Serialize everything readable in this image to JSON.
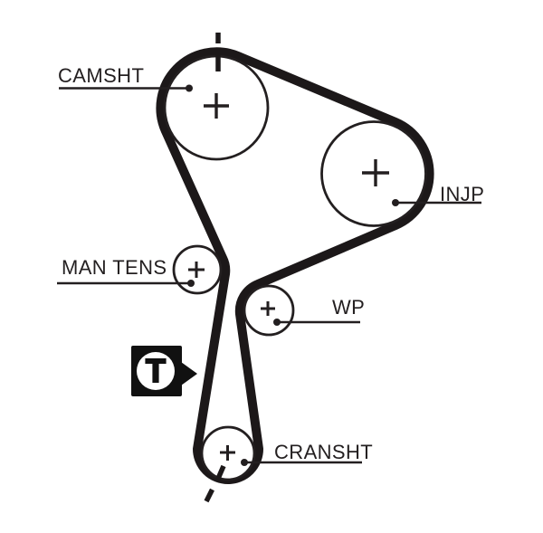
{
  "diagram": {
    "labels": {
      "camshaft": "CAMSHT",
      "manual_tensioner": "MAN TENS",
      "injection_pump": "INJP",
      "water_pump": "WP",
      "crankshaft": "CRANSHT"
    },
    "icons": {
      "timing_mark_letter": "T",
      "pulley_center_mark": "+"
    },
    "colors": {
      "ink": "#231f20",
      "belt": "#1c1819",
      "icon_black": "#111111",
      "background": "#ffffff"
    }
  }
}
